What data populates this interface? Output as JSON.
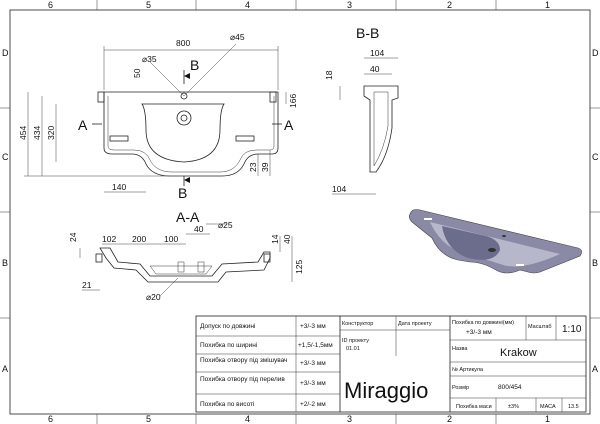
{
  "frame": {
    "columns": [
      "6",
      "5",
      "4",
      "3",
      "2",
      "1"
    ],
    "rows": [
      "D",
      "C",
      "B",
      "A"
    ]
  },
  "sections": {
    "bb_label": "B-B",
    "aa_label": "A-A",
    "cut_a": "A",
    "cut_b": "B"
  },
  "top_view": {
    "dims": {
      "width": "800",
      "hole_d45": "⌀45",
      "hole_d35": "⌀35",
      "d50": "50",
      "d454": "454",
      "d434": "434",
      "d320": "320",
      "d166": "166",
      "d23": "23",
      "d39": "39",
      "d140": "140"
    }
  },
  "section_bb": {
    "dims": {
      "d104_top": "104",
      "d40": "40",
      "d18": "18",
      "d104_bottom": "104"
    }
  },
  "section_aa": {
    "dims": {
      "d25": "⌀25",
      "d40_top": "40",
      "d102": "102",
      "d200": "200",
      "d100": "100",
      "d24": "24",
      "d14": "14",
      "d40_right": "40",
      "d125": "125",
      "d21": "21",
      "d20": "⌀20"
    }
  },
  "title_block": {
    "rows": [
      {
        "label": "Допуск по довжині",
        "value": "+3/-3 мм"
      },
      {
        "label": "Похибка по ширині",
        "value": "+1,5/-1,5мм"
      },
      {
        "label": "Похибка отвору під змішувач",
        "value": "+3/-3 мм"
      },
      {
        "label": "Похибка отвору під перелив",
        "value": "+3/-3 мм"
      },
      {
        "label": "Похибка по висоті",
        "value": "+2/-2 мм"
      }
    ],
    "constructor_label": "Конструктор",
    "check_date_label": "Дата проекту",
    "project_id_label": "ID проекту",
    "project_id_value": "01.01",
    "tolerance_label": "Похибка по довжині(мм)",
    "tolerance_value": "+3/-3 мм",
    "scale_label": "Масштаб",
    "scale_value": "1:10",
    "name_label": "Назва",
    "name_value": "Krakow",
    "article_label": "№ Артикула",
    "size_label": "Розмір",
    "size_value": "800/454",
    "brand": "Miraggio",
    "mass_tol_label": "Похибка маси",
    "mass_tol_value": "±3%",
    "mass_label": "МАСА",
    "mass_value": "13.5"
  }
}
